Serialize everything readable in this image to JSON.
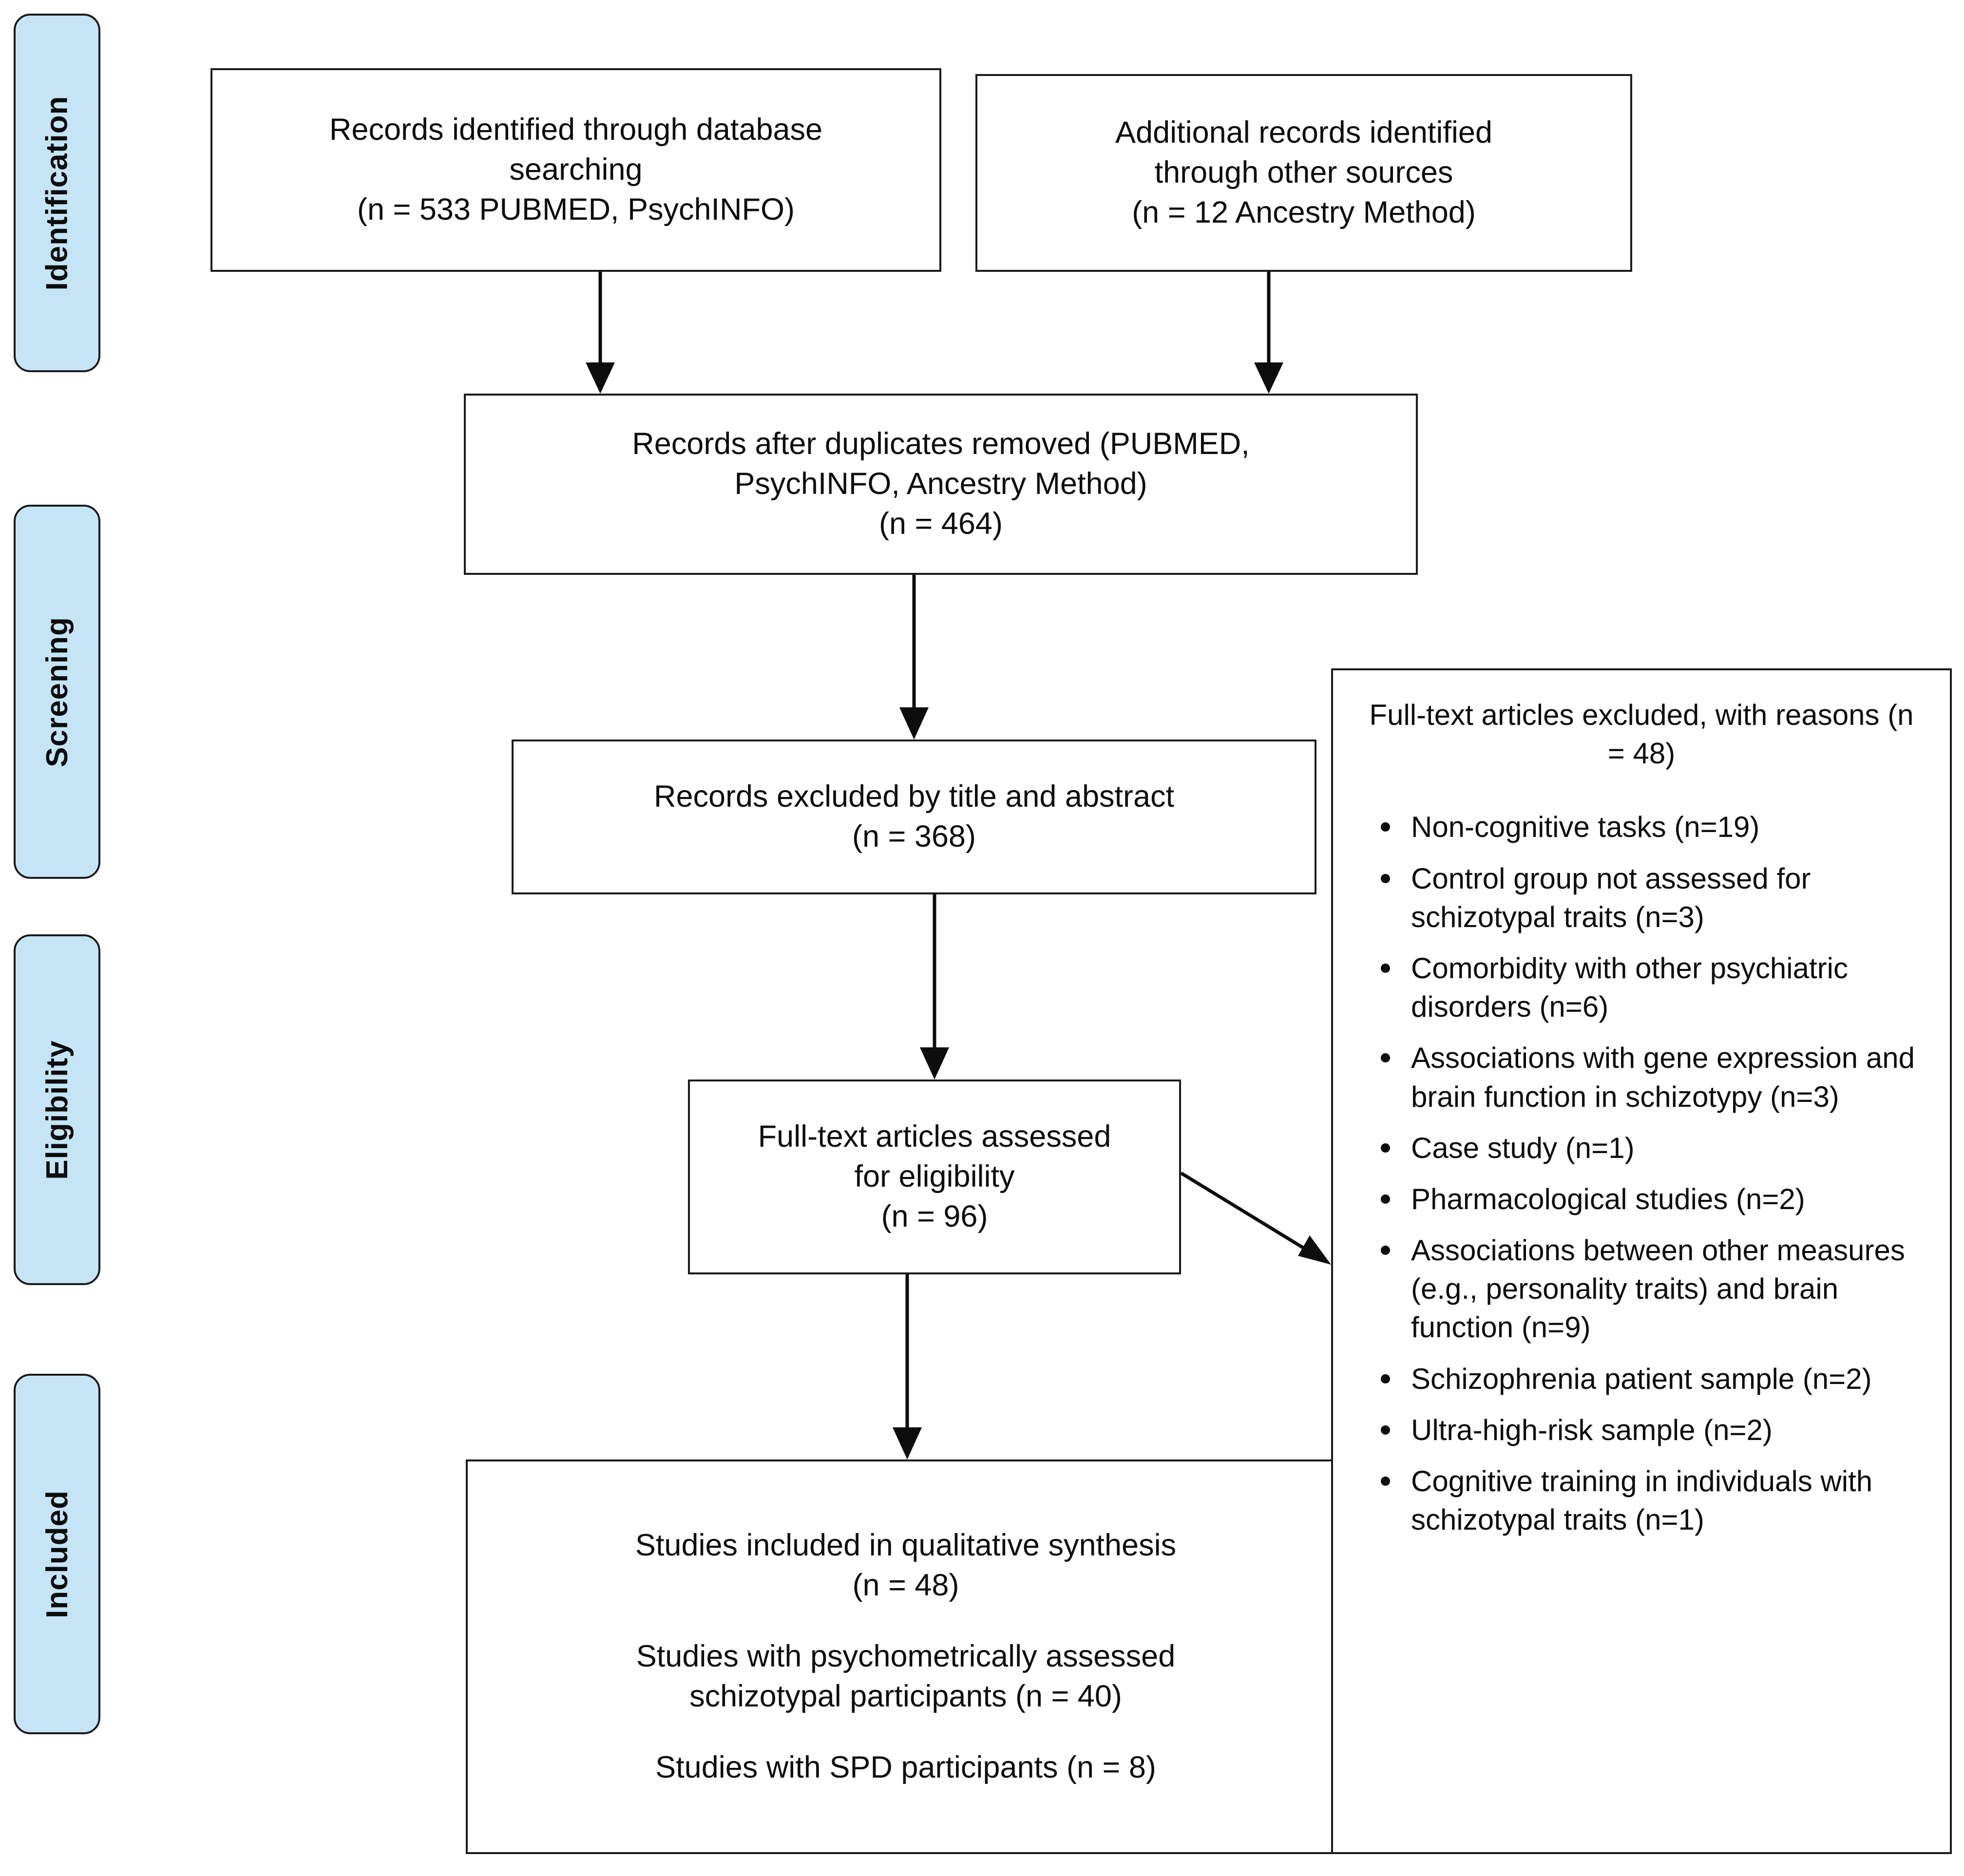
{
  "diagram": {
    "type": "prisma-flow-diagram",
    "stages": [
      {
        "id": "identification",
        "label": "Identification"
      },
      {
        "id": "screening",
        "label": "Screening"
      },
      {
        "id": "eligibility",
        "label": "Eligibility"
      },
      {
        "id": "included",
        "label": "Included"
      }
    ],
    "boxes": {
      "database_search": {
        "lines": [
          "Records identified through database",
          "searching",
          "(n = 533 PUBMED, PsychINFO)"
        ]
      },
      "other_sources": {
        "lines": [
          "Additional records identified",
          "through other sources",
          "(n = 12 Ancestry Method)"
        ]
      },
      "duplicates_removed": {
        "lines": [
          "Records after duplicates removed (PUBMED,",
          "PsychINFO, Ancestry Method)",
          "(n = 464)"
        ]
      },
      "records_excluded": {
        "lines": [
          "Records excluded by title and abstract",
          "(n = 368)"
        ]
      },
      "fulltext_assessed": {
        "lines": [
          "Full-text articles assessed",
          "for eligibility",
          "(n = 96)"
        ]
      },
      "studies_included": {
        "lines": [
          "Studies included in qualitative synthesis",
          "(n = 48)",
          "",
          "Studies with psychometrically assessed",
          "schizotypal participants (n = 40)",
          "",
          "Studies with SPD participants (n = 8)"
        ]
      },
      "fulltext_excluded": {
        "title_lines": [
          "Full-text articles excluded, with",
          "reasons (n = 48)"
        ],
        "reasons": [
          "Non-cognitive tasks (n=19)",
          "Control group not assessed for schizotypal traits (n=3)",
          "Comorbidity with other psychiatric disorders (n=6)",
          "Associations with gene expression and brain function in schizotypy (n=3)",
          "Case study (n=1)",
          "Pharmacological studies (n=2)",
          "Associations between other measures (e.g., personality traits) and brain function (n=9)",
          "Schizophrenia patient sample (n=2)",
          "Ultra-high-risk sample (n=2)",
          "Cognitive training in individuals with schizotypal traits (n=1)"
        ]
      }
    },
    "colors": {
      "stage_fill": "#c5e5f7",
      "stroke": "#1a1a1a",
      "box_fill": "#ffffff",
      "text": "#0d0d0d"
    }
  }
}
